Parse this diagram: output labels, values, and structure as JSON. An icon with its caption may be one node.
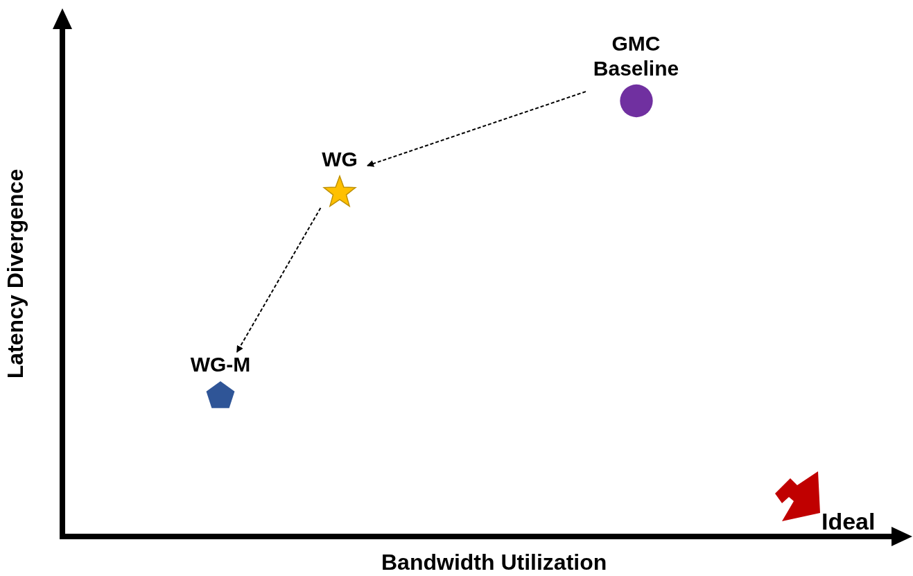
{
  "diagram": {
    "nodes": [
      {
        "text": [],
        "shape": "circle",
        "beside": [
          "GMC Baseline"
        ]
      },
      {
        "text": [],
        "shape": "star",
        "beside": [
          "WG"
        ]
      },
      {
        "text": [],
        "shape": "pentagon",
        "beside": [
          "WG-M"
        ]
      }
    ],
    "edges": [
      {
        "from": 0,
        "to": 1,
        "arrow": "to",
        "style": "dashed"
      },
      {
        "from": 1,
        "to": 2,
        "arrow": "to",
        "style": "dashed"
      }
    ],
    "labels": [
      "Latency Divergence",
      "Bandwidth Utilization",
      "Ideal"
    ]
  }
}
